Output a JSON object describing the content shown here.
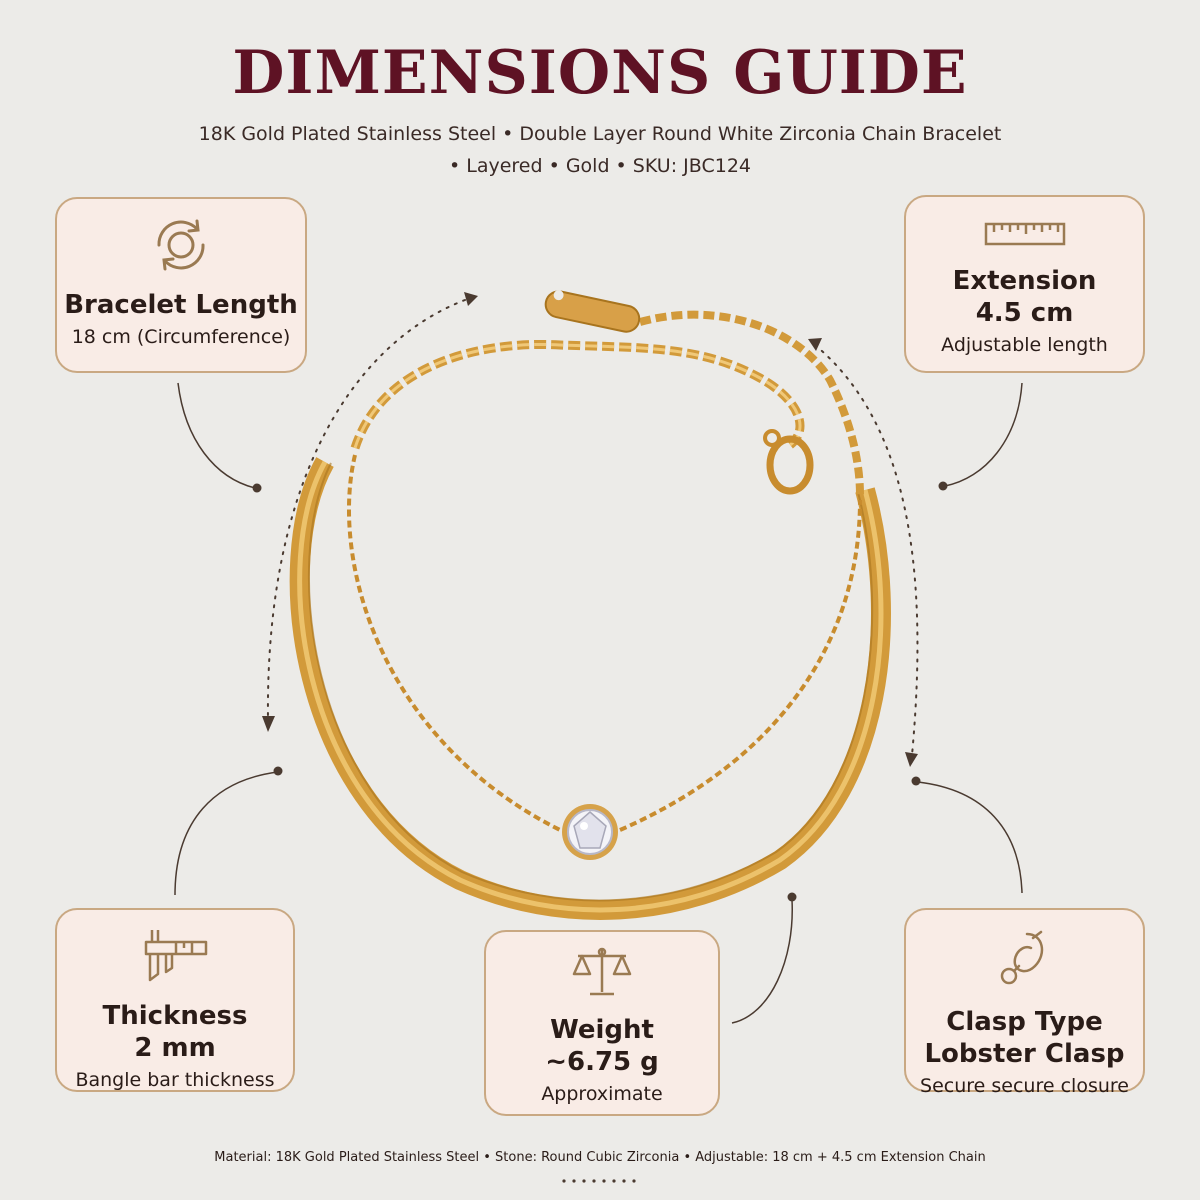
{
  "header": {
    "title": "DIMENSIONS GUIDE",
    "subtitle_line1": "18K Gold Plated Stainless Steel • Double Layer Round White Zirconia Chain Bracelet",
    "subtitle_line2": "• Layered • Gold • SKU: JBC124"
  },
  "cards": {
    "length": {
      "icon": "circular-arrows-icon",
      "label": "Bracelet Length",
      "note": "18 cm (Circumference)"
    },
    "extension": {
      "icon": "ruler-icon",
      "label": "Extension",
      "value": "4.5 cm",
      "note": "Adjustable length"
    },
    "thickness": {
      "icon": "caliper-icon",
      "label": "Thickness",
      "value": "2 mm",
      "note": "Bangle bar thickness"
    },
    "weight": {
      "icon": "scale-icon",
      "label": "Weight",
      "value": "~6.75 g",
      "note": "Approximate"
    },
    "clasp": {
      "icon": "lobster-clasp-icon",
      "label": "Clasp Type",
      "value": "Lobster Clasp",
      "note": "Secure secure closure"
    }
  },
  "footer": {
    "text": "Material: 18K Gold Plated Stainless Steel • Stone: Round Cubic Zirconia • Adjustable: 18 cm + 4.5 cm Extension Chain"
  },
  "colors": {
    "background": "#ecebe8",
    "title": "#5e1224",
    "card_fill": "#f9ece6",
    "card_border": "#c9a882",
    "gold": "#d29a3a",
    "icon": "#9a7a52"
  }
}
